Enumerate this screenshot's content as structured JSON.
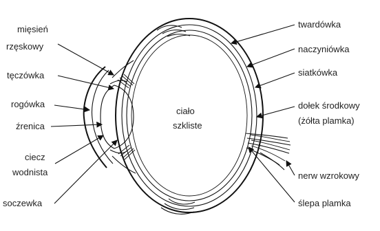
{
  "labels": {
    "miesien_line1": "mięsień",
    "miesien_line2": "rzęskowy",
    "teczowka": "tęczówka",
    "rogowka": "rogówka",
    "zrenica": "źrenica",
    "ciecz_line1": "ciecz",
    "ciecz_line2": "wodnista",
    "soczewka": "soczewka",
    "cialo_line1": "ciało",
    "cialo_line2": "szkliste",
    "twardowka": "twardówka",
    "naczyniowka": "naczyniówka",
    "siatkowka": "siatkówka",
    "dolek_line1": "dołek środkowy",
    "dolek_line2": "(żółta plamka)",
    "nerw": "nerw wzrokowy",
    "slepa": "ślepa plamka"
  },
  "colors": {
    "ink": "#111111",
    "text": "#1f1f1f",
    "background": "#ffffff"
  }
}
